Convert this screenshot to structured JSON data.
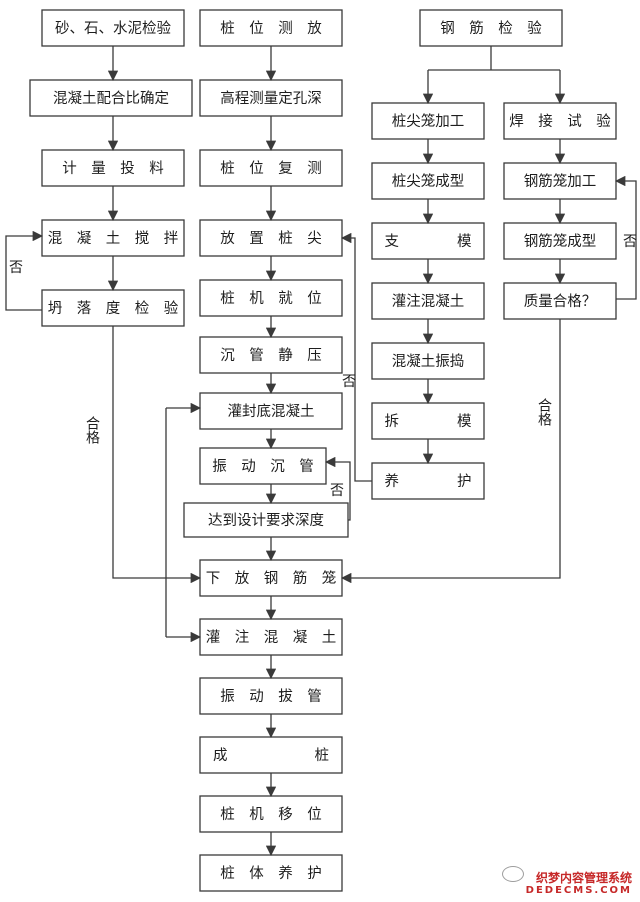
{
  "diagram": {
    "nodes": {
      "sand_test": "砂、石、水泥检验",
      "mix_ratio": "混凝土配合比确定",
      "metering": "计　量　投　料",
      "mixing": "混　凝　土　搅　拌",
      "slump_test": "坍　落　度　检　验",
      "pile_layout": "桩　位　测　放",
      "elevation_depth": "高程测量定孔深",
      "pile_recheck": "桩　位　复　测",
      "place_tip": "放　置　桩　尖",
      "rig_position": "桩　机　就　位",
      "sink_press": "沉　管　静　压",
      "pour_seal": "灌封底混凝土",
      "vibro_sink": "振　动　沉　管",
      "design_depth": "达到设计要求深度",
      "lower_cage": "下　放　钢　筋　笼",
      "pour_concrete": "灌　注　混　凝　土",
      "vibro_extract": "振　动　拔　管",
      "pile_done": "成　　　　　　桩",
      "rig_move": "桩　机　移　位",
      "pile_cure": "桩　体　养　护",
      "rebar_test": "钢　筋　检　验",
      "tip_cage_fab": "桩尖笼加工",
      "tip_cage_form": "桩尖笼成型",
      "formwork": "支　　　　模",
      "tip_pour": "灌注混凝土",
      "tip_vibrate": "混凝土振捣",
      "demold": "拆　　　　模",
      "tip_cure": "养　　　　护",
      "weld_test": "焊　接　试　验",
      "cage_fab": "钢筋笼加工",
      "cage_form": "钢筋笼成型",
      "quality_ok": "质量合格？"
    },
    "edge_labels": {
      "no": "否",
      "pass": "合格"
    }
  },
  "watermark": {
    "line1": "织梦内容管理系统",
    "line2": "DEDECMS.COM"
  }
}
